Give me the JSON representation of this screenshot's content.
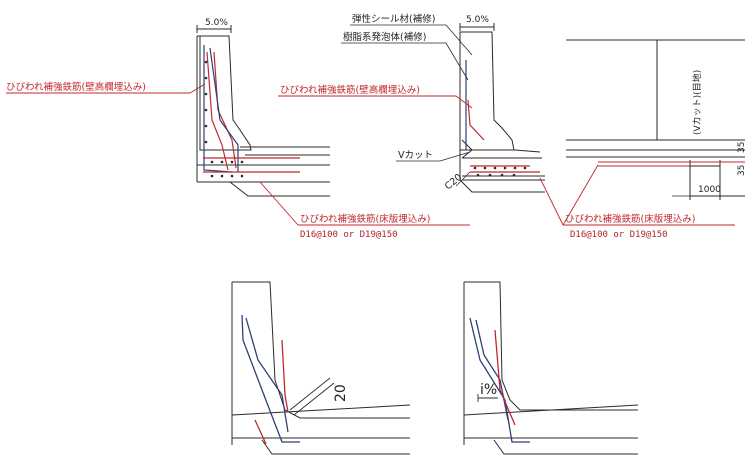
{
  "colors": {
    "red": "#c0282e",
    "dark": "#2b2b2b",
    "rebar_blue": "#2f3f78",
    "paper": "#ffffff"
  },
  "labels": {
    "slope_left": "5.0%",
    "slope_mid": "5.0%",
    "crack_rebar_wall_left": "ひびわれ補強鉄筋(壁高欄埋込み)",
    "crack_rebar_wall_mid": "ひびわれ補強鉄筋(壁高欄埋込み)",
    "elastic_seal": "弾性シール材(補修)",
    "resin_foam": "樹脂系発泡体(補修)",
    "v_cut": "Vカット",
    "c20": "C20",
    "crack_rebar_slab_left": "ひびわれ補強鉄筋(床版埋込み)",
    "rebar_spec_left": "D16@100 or D19@150",
    "crack_rebar_slab_right": "ひびわれ補強鉄筋(床版埋込み)",
    "rebar_spec_right": "D16@100 or D19@150",
    "v_cut_depth": "(Vカット)(目地)",
    "dim_35_top": "35",
    "dim_35_bottom": "35",
    "dim_1000": "1000",
    "dim_20": "20",
    "dim_i_percent": "i%"
  }
}
